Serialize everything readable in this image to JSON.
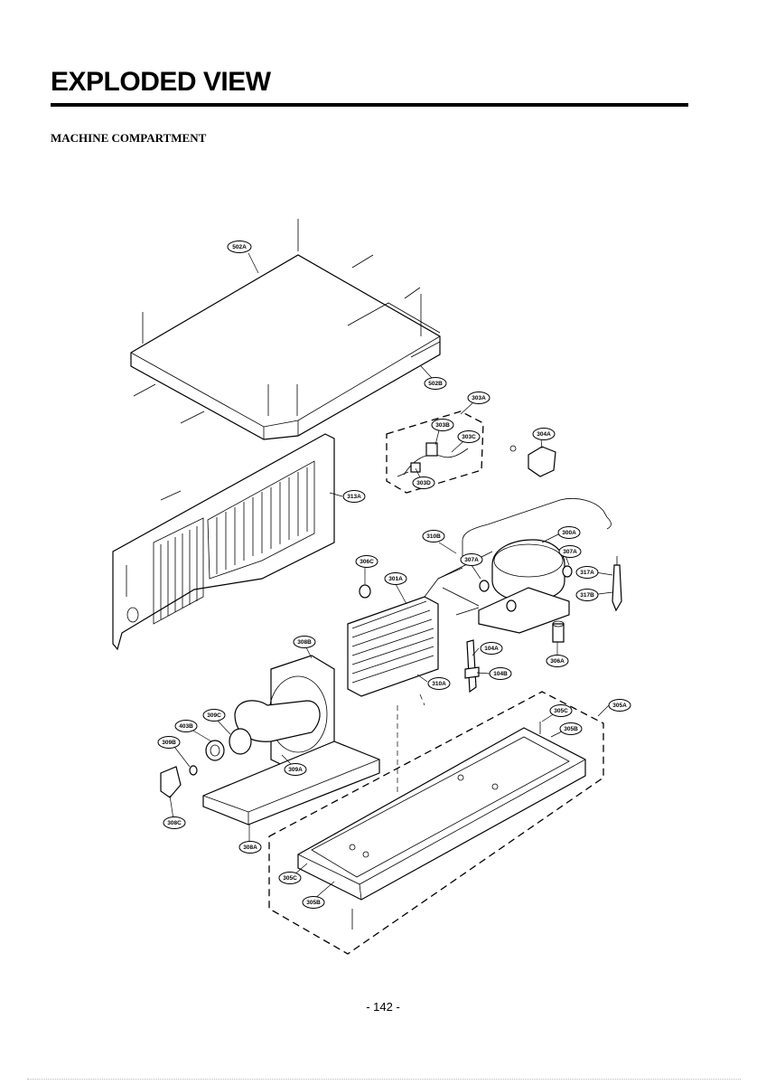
{
  "header": {
    "title": "EXPLODED VIEW",
    "section": "MACHINE COMPARTMENT"
  },
  "diagram": {
    "labels": {
      "l502A": "502A",
      "l502B": "502B",
      "l303A": "303A",
      "l303B": "303B",
      "l303C": "303C",
      "l303D": "303D",
      "l304A": "304A",
      "l313A": "313A",
      "l310B": "310B",
      "l300A": "300A",
      "l307A_1": "307A",
      "l307A_2": "307A",
      "l317A": "317A",
      "l317B": "317B",
      "l306C": "306C",
      "l301A": "301A",
      "l306A": "306A",
      "l308B": "308B",
      "l104A": "104A",
      "l104B": "104B",
      "l310A": "310A",
      "l305C_1": "305C",
      "l305B_1": "305B",
      "l305A": "305A",
      "l309C": "309C",
      "l403B": "403B",
      "l309B": "309B",
      "l309A": "309A",
      "l308C": "308C",
      "l308A": "308A",
      "l305C_2": "305C",
      "l305B_2": "305B"
    }
  },
  "footer": {
    "page_number": "- 142 -"
  }
}
